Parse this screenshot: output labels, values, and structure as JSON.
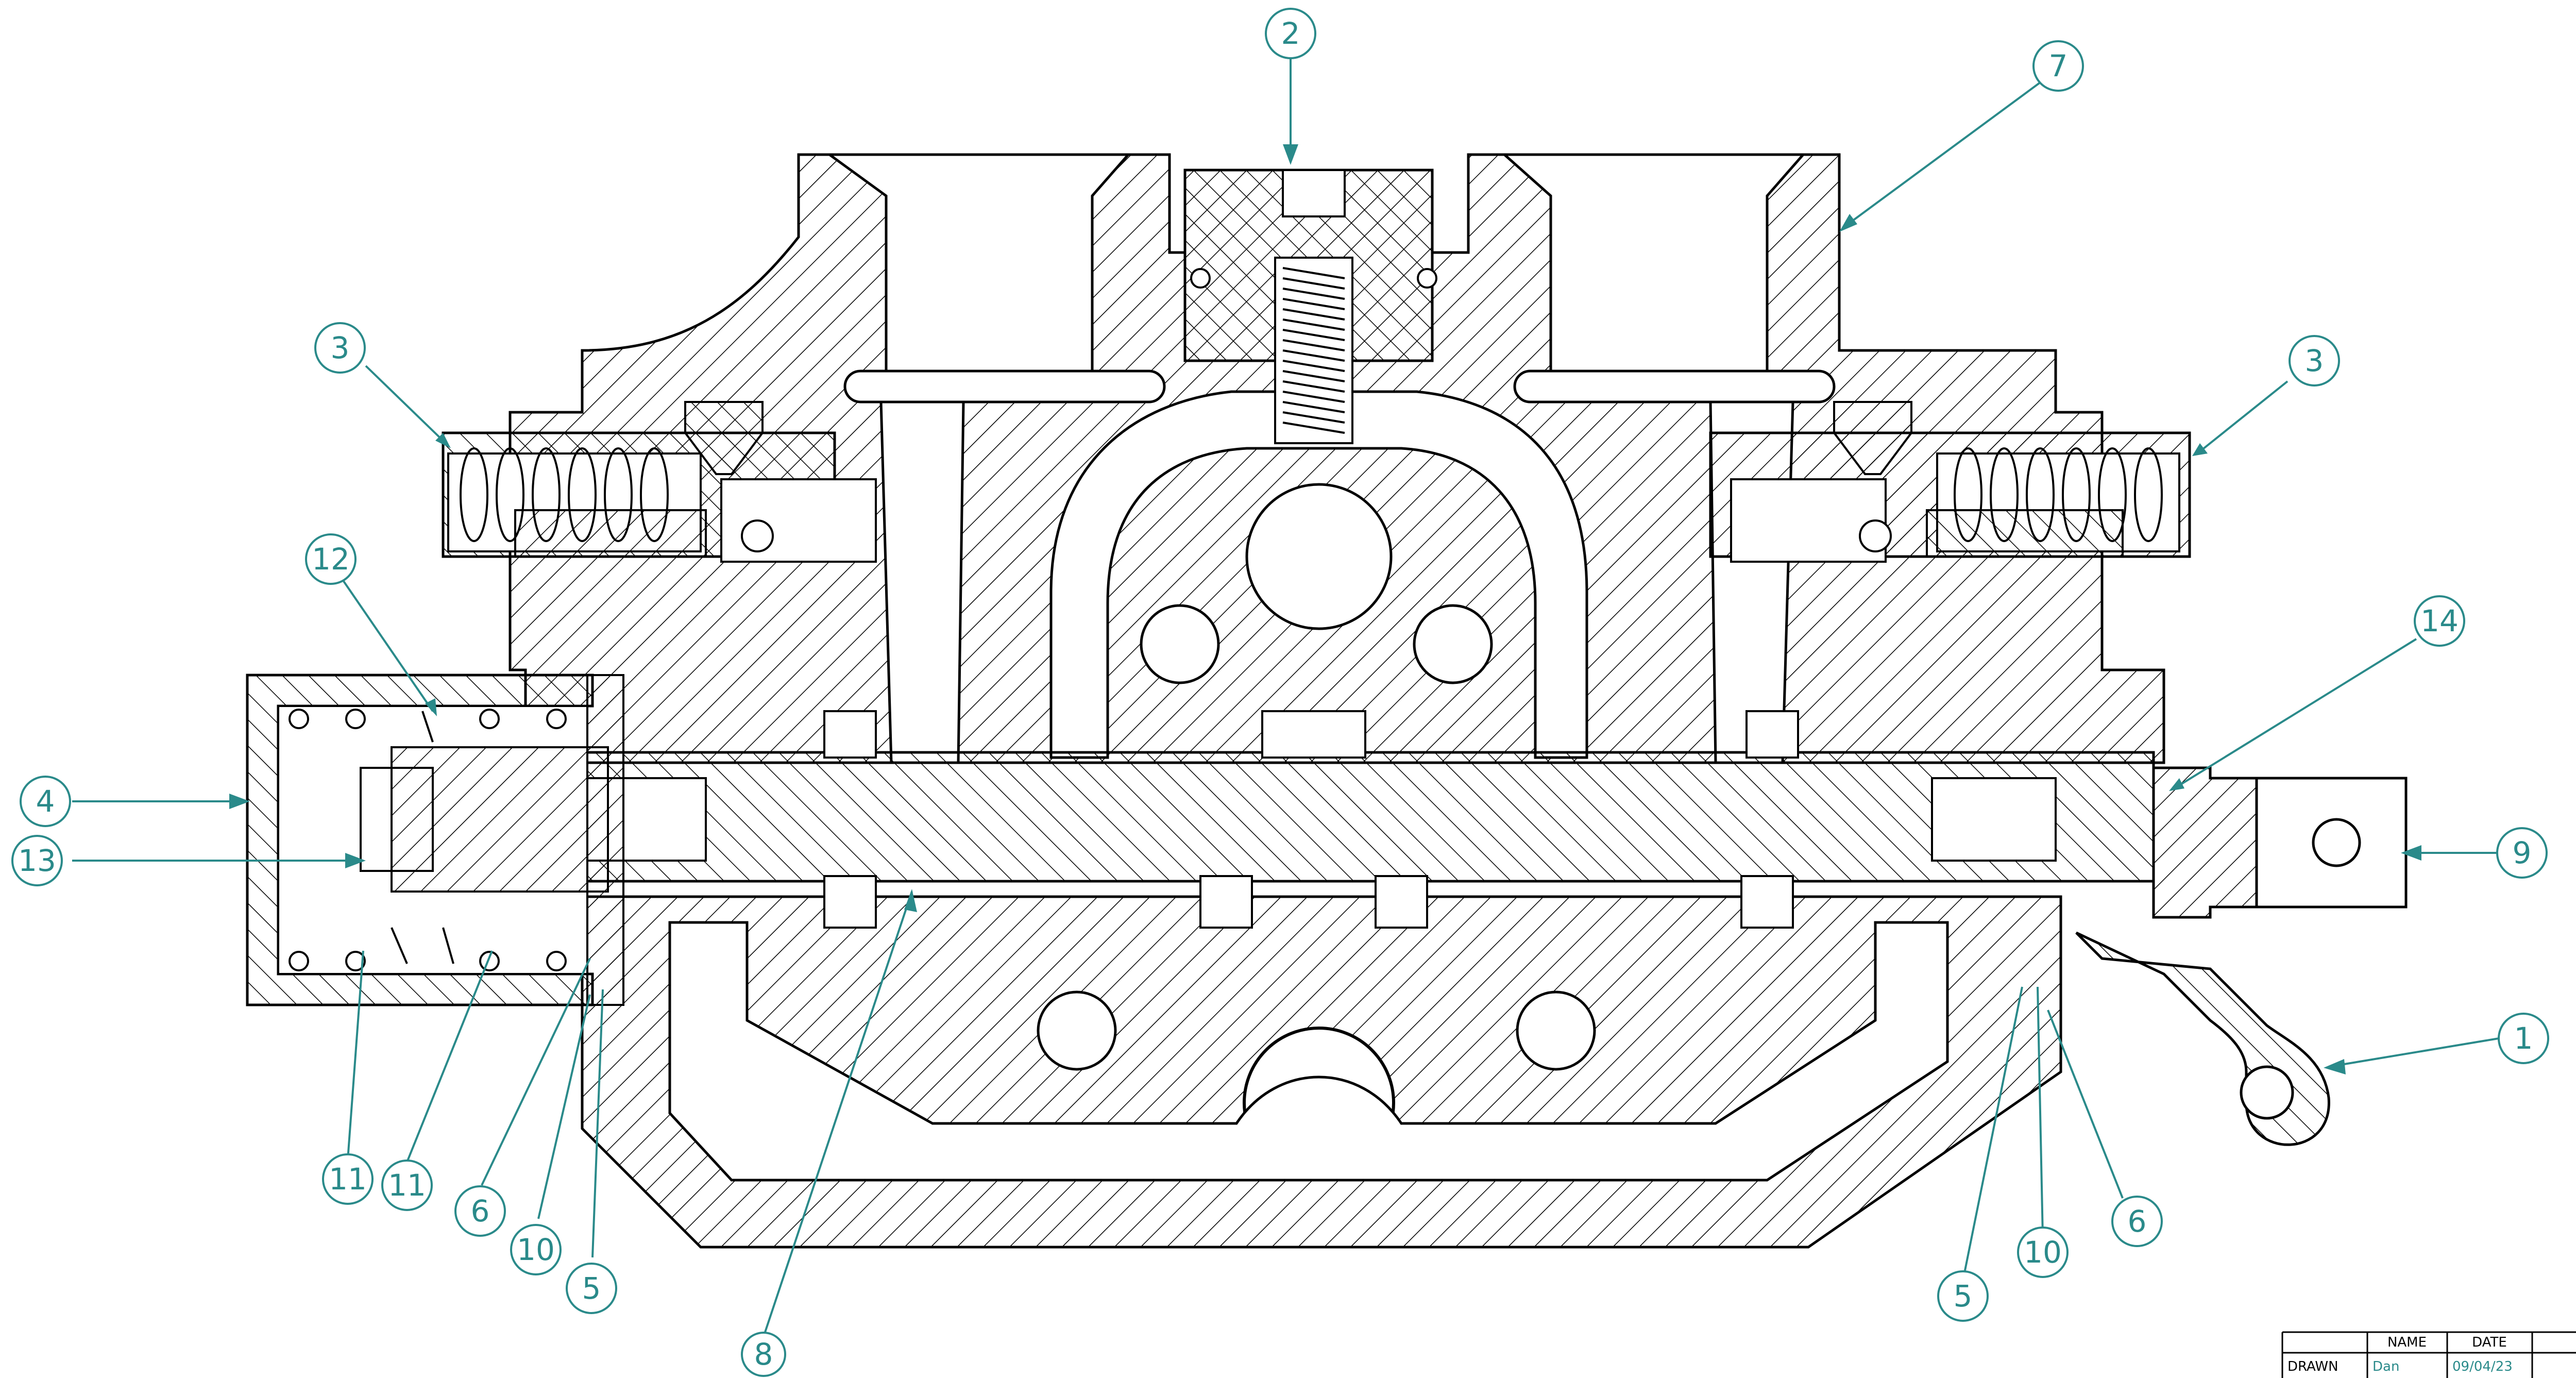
{
  "balloons": [
    {
      "id": "b2",
      "label": "2"
    },
    {
      "id": "b7",
      "label": "7"
    },
    {
      "id": "b3l",
      "label": "3"
    },
    {
      "id": "b3r",
      "label": "3"
    },
    {
      "id": "b12",
      "label": "12"
    },
    {
      "id": "b14",
      "label": "14"
    },
    {
      "id": "b4",
      "label": "4"
    },
    {
      "id": "b13",
      "label": "13"
    },
    {
      "id": "b9",
      "label": "9"
    },
    {
      "id": "b1",
      "label": "1"
    },
    {
      "id": "b11a",
      "label": "11"
    },
    {
      "id": "b11b",
      "label": "11"
    },
    {
      "id": "b6l",
      "label": "6"
    },
    {
      "id": "b10l",
      "label": "10"
    },
    {
      "id": "b5l",
      "label": "5"
    },
    {
      "id": "b8",
      "label": "8"
    },
    {
      "id": "b5r",
      "label": "5"
    },
    {
      "id": "b10r",
      "label": "10"
    },
    {
      "id": "b6r",
      "label": "6"
    }
  ],
  "title_block": {
    "col_name": "NAME",
    "col_date": "DATE",
    "row_label": "DRAWN",
    "drawn_name": "Dan",
    "drawn_date": "09/04/23"
  },
  "colors": {
    "annotation": "#2a8a8a",
    "line": "#000000",
    "hatch": "#000000"
  }
}
